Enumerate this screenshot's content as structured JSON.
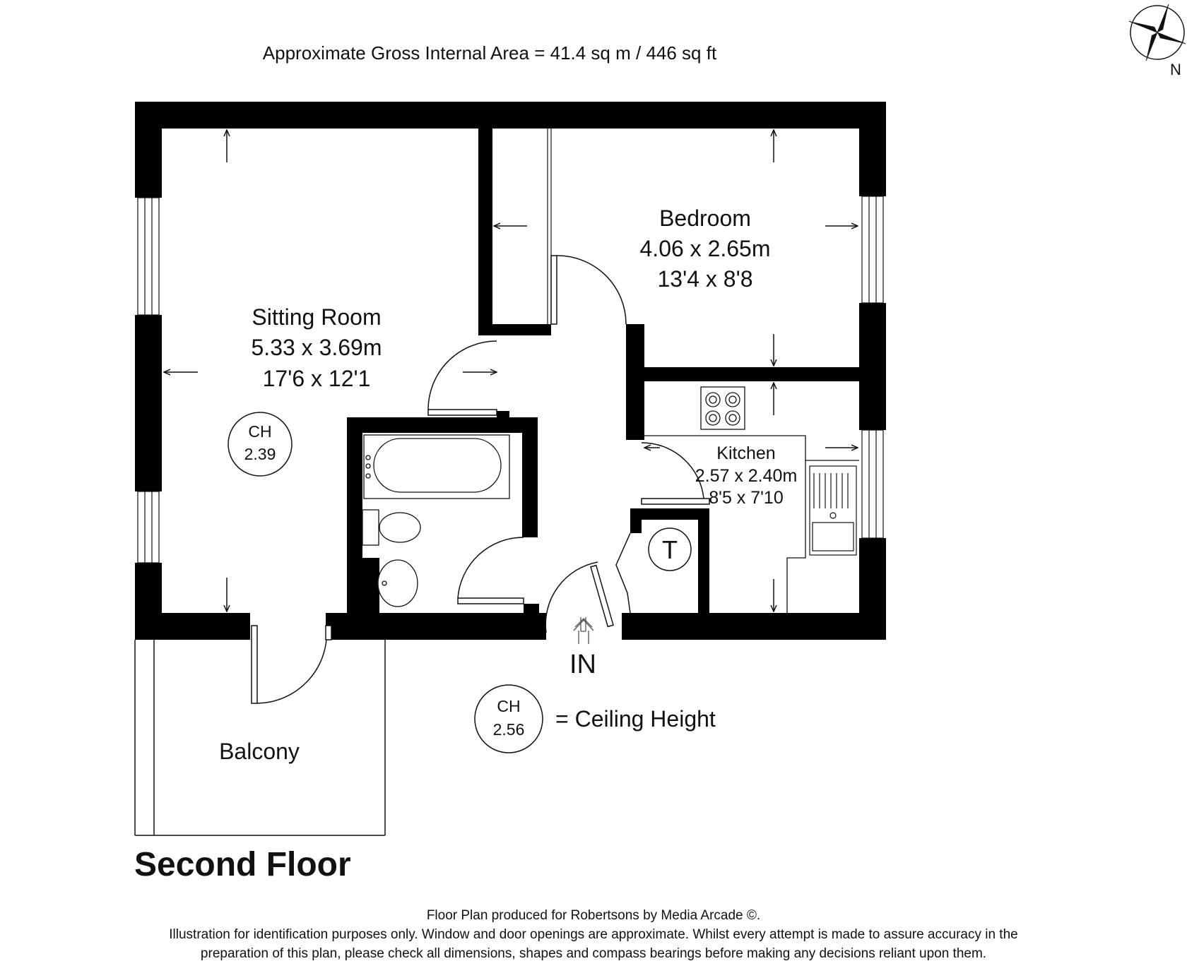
{
  "header": {
    "area_text": "Approximate Gross Internal Area = 41.4 sq m / 446 sq ft"
  },
  "compass": {
    "label": "N"
  },
  "rooms": {
    "sitting": {
      "name": "Sitting Room",
      "metric": "5.33 x 3.69m",
      "imperial": "17'6 x 12'1"
    },
    "bedroom": {
      "name": "Bedroom",
      "metric": "4.06 x 2.65m",
      "imperial": "13'4 x 8'8"
    },
    "kitchen": {
      "name": "Kitchen",
      "metric": "2.57 x 2.40m",
      "imperial": "8'5 x 7'10"
    },
    "balcony": {
      "name": "Balcony"
    }
  },
  "ceiling_markers": {
    "sitting": {
      "label": "CH",
      "value": "2.39"
    },
    "legend": {
      "label": "CH",
      "value": "2.56",
      "text": "= Ceiling Height"
    }
  },
  "tank_label": "T",
  "entrance_label": "IN",
  "floor_title": "Second Floor",
  "footer": {
    "line1": "Floor Plan produced for Robertsons by Media Arcade ©.",
    "line2": "Illustration for identification purposes only. Window and door openings are approximate. Whilst every attempt is made to assure accuracy in the",
    "line3": "preparation of this plan, please check all dimensions, shapes and compass bearings before making any decisions reliant upon them."
  }
}
